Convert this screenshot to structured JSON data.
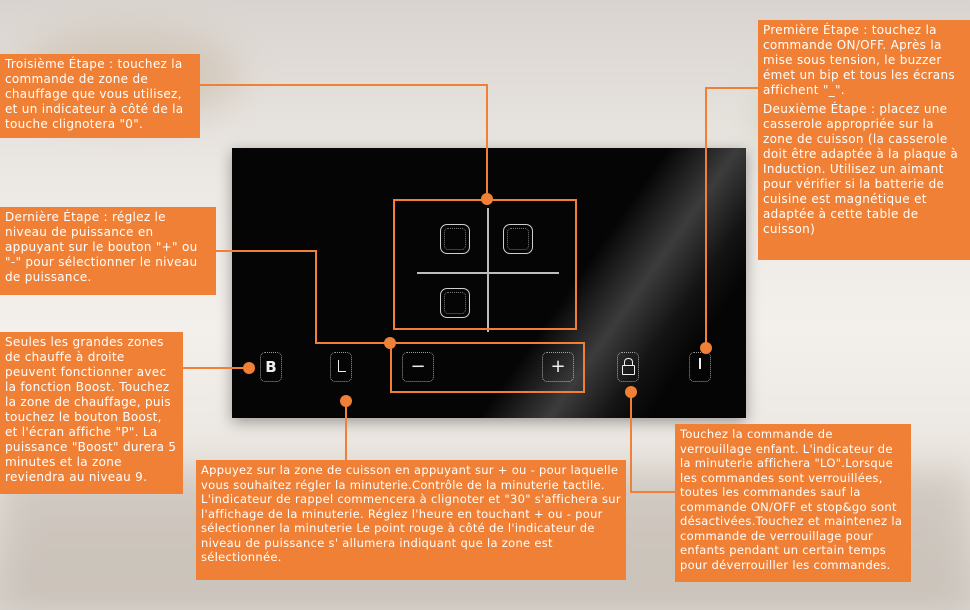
{
  "callouts": {
    "step3": "Troisième Étape : touchez la commande de zone de chauffage que vous utilisez, et un indicateur à côté de la touche clignotera \"0\".",
    "step1": "Première Étape : touchez la commande ON/OFF. Après la mise sous tension, le buzzer émet un bip et tous les écrans affichent \"_\".",
    "step2": "Deuxième Étape : placez une casserole appropriée sur la zone de cuisson (la casserole doit être adaptée à la plaque à Induction. Utilisez un aimant pour vérifier si la batterie de cuisine est magnétique et adaptée à cette table de cuisson)",
    "last_step": "Dernière Étape : réglez le niveau de puissance en appuyant sur le bouton \"+\" ou \"-\" pour sélectionner le niveau de puissance.",
    "boost": "Seules les grandes zones de chauffe à droite peuvent fonctionner avec la fonction Boost. Touchez la zone de chauffage, puis touchez le bouton Boost, et l'écran affiche \"P\". La puissance \"Boost\" durera 5 minutes et la zone reviendra au niveau 9.",
    "timer": "Appuyez sur la zone de cuisson en appuyant sur + ou - pour laquelle vous souhaitez régler la minuterie.Contrôle de la minuterie tactile. L'indicateur de rappel commencera à clignoter et \"30\" s'affichera sur l'affichage de la minuterie. Réglez l'heure en touchant + ou - pour sélectionner la minuterie Le point rouge à côté de l'indicateur de niveau de puissance s' allumera indiquant que la zone est sélectionnée.",
    "lock": "Touchez la commande de verrouillage enfant. L'indicateur de la minuterie affichera \"LO\".Lorsque les commandes sont verrouillées, toutes les commandes sauf la commande ON/OFF et stop&go sont désactivées.Touchez et maintenez la commande de verrouillage pour enfants pendant un certain temps pour déverrouiller les commandes."
  },
  "controls": {
    "boost_label": "B",
    "minus_label": "−",
    "plus_label": "+"
  },
  "colors": {
    "accent": "#f08035",
    "panel": "#050505"
  }
}
